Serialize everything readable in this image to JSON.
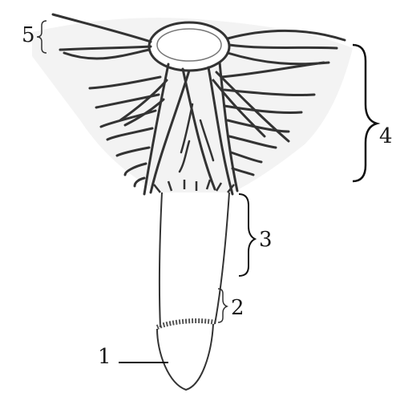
{
  "labels": {
    "one": "1",
    "two": "2",
    "three": "3",
    "four": "4",
    "five": "5"
  }
}
